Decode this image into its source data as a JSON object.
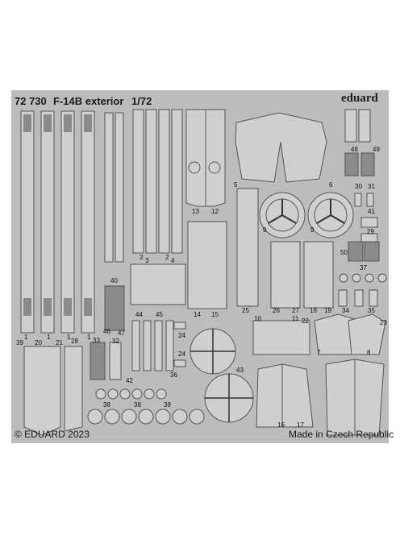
{
  "header": {
    "code": "72 730",
    "title": "F-14B exterior",
    "scale": "1/72",
    "brand": "eduard"
  },
  "footer": {
    "copyright": "© EDUARD 2023",
    "origin": "Made in Czech Republic"
  },
  "colors": {
    "fret": "#bcbcbc",
    "part_fill": "#cfcfcf",
    "part_stroke": "#555555",
    "etch_dark": "#8a8a8a",
    "text": "#1a1a1a"
  },
  "part_numbers": {
    "n1a": "1",
    "n1b": "1",
    "n1c": "1",
    "n1d": "1",
    "n2a": "2",
    "n2b": "2",
    "n3": "3",
    "n4": "4",
    "n5": "5",
    "n6": "6",
    "n7": "7",
    "n8": "8",
    "n9a": "9",
    "n9b": "9",
    "n10": "10",
    "n11": "11",
    "n12": "12",
    "n13": "13",
    "n14": "14",
    "n15": "15",
    "n16": "16",
    "n17": "17",
    "n18": "18",
    "n19": "19",
    "n20": "20",
    "n21": "21",
    "n22": "22",
    "n23": "23",
    "n24a": "24",
    "n24b": "24",
    "n25": "25",
    "n26": "26",
    "n27": "27",
    "n28": "28",
    "n29": "29",
    "n30": "30",
    "n31": "31",
    "n32": "32",
    "n33": "33",
    "n34": "34",
    "n35": "35",
    "n36": "36",
    "n37": "37",
    "n38a": "38",
    "n38b": "38",
    "n38c": "38",
    "n39": "39",
    "n40": "40",
    "n41": "41",
    "n42": "42",
    "n43": "43",
    "n44": "44",
    "n45": "45",
    "n46": "46",
    "n47": "47",
    "n48": "48",
    "n49": "49",
    "n50": "50"
  }
}
